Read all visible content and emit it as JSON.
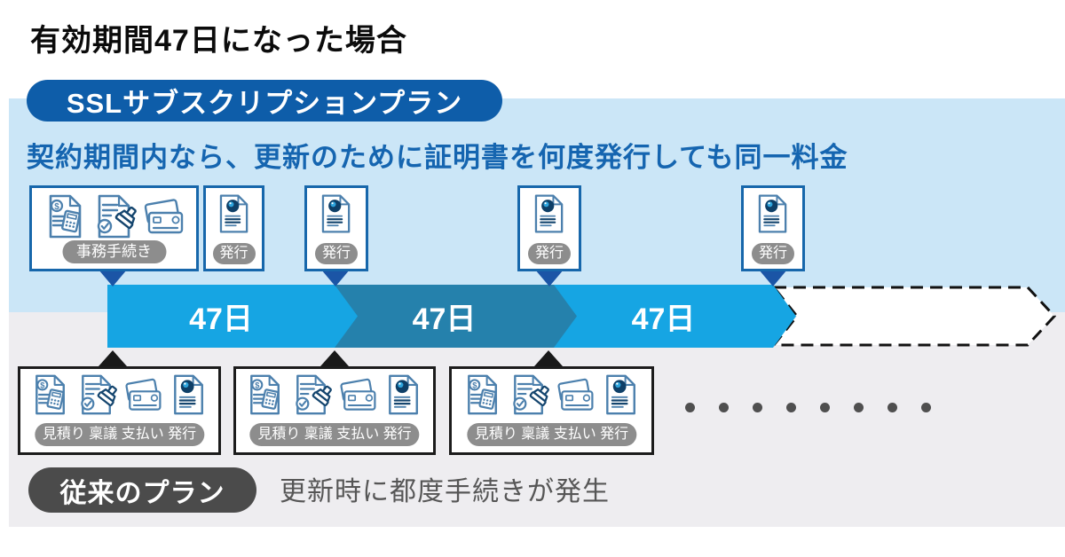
{
  "title": "有効期間47日になった場合",
  "ssl_plan": {
    "badge": "SSLサブスクリプションプラン",
    "tagline": "契約期間内なら、更新のために証明書を何度発行しても同一料金",
    "admin_step_label": "事務手続き",
    "issue_label": "発行",
    "timeline": {
      "segment_labels": [
        "47日",
        "47日",
        "47日"
      ],
      "future_segment_style": "dashed-outline"
    }
  },
  "legacy_plan": {
    "badge": "従来のプラン",
    "description": "更新時に都度手続きが発生",
    "renewal_steps_label": "見積り 稟議 支払い 発行",
    "ellipsis_dot_count": 8
  },
  "icons": {
    "estimate": "invoice-calculator-icon",
    "approval": "approval-stamp-icon",
    "payment": "credit-cards-icon",
    "certificate": "certificate-icon"
  },
  "colors": {
    "brand_blue": "#0e5da9",
    "tagline_blue": "#1565b0",
    "timeline_light_blue": "#16a5e3",
    "timeline_dark_blue": "#2581ac",
    "panel_light_blue": "#cbe6f7",
    "panel_gray": "#eeedf0",
    "pill_gray": "#8d8d8d",
    "legacy_gray": "#4b4b4b"
  }
}
